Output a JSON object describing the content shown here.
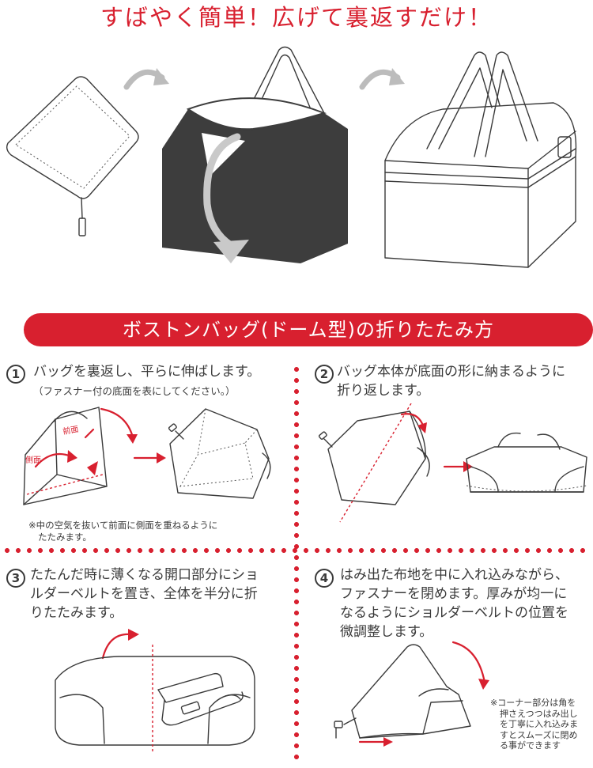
{
  "headline": "すばやく簡単！広げて裏返すだけ！",
  "banner": "ボストンバッグ(ドーム型)の折りたたみ方",
  "steps": [
    {
      "num": "1",
      "lines": [
        "バッグを裏返し、平らに伸ばします。"
      ],
      "sub": "（ファスナー付の底面を表にしてください。）",
      "note_lines": [
        "※中の空気を抜いて前面に側面を重ねるように",
        "たたみます。"
      ],
      "labels": {
        "front": "前面",
        "side": "側面"
      }
    },
    {
      "num": "2",
      "lines": [
        "バッグ本体が底面の形に納まるように",
        "折り返します。"
      ]
    },
    {
      "num": "3",
      "lines": [
        "たたんだ時に薄くなる開口部分にショ",
        "ルダーベルトを置き、全体を半分に折",
        "りたたみます。"
      ]
    },
    {
      "num": "4",
      "lines": [
        "はみ出た布地を中に入れ込みながら、",
        "ファスナーを閉めます。厚みが均一に",
        "なるようにショルダーベルトの位置を",
        "微調整します。"
      ],
      "note_lines": [
        "※コーナー部分は角を",
        "押さえつつはみ出し",
        "を丁寧に入れ込みま",
        "すとスムーズに閉め",
        "る事ができます"
      ]
    }
  ],
  "colors": {
    "accent": "#d8202f",
    "dark_bag": "#3d3d3d",
    "line": "#3a3a3a"
  }
}
